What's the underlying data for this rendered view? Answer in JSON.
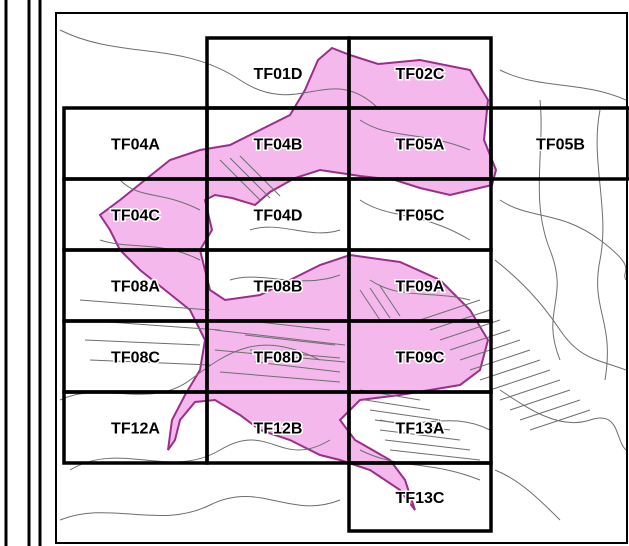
{
  "map": {
    "tiles": [
      {
        "id": "TF01D"
      },
      {
        "id": "TF02C"
      },
      {
        "id": "TF04A"
      },
      {
        "id": "TF04B"
      },
      {
        "id": "TF05A"
      },
      {
        "id": "TF05B"
      },
      {
        "id": "TF04C"
      },
      {
        "id": "TF04D"
      },
      {
        "id": "TF05C"
      },
      {
        "id": "TF08A"
      },
      {
        "id": "TF08B"
      },
      {
        "id": "TF09A"
      },
      {
        "id": "TF08C"
      },
      {
        "id": "TF08D"
      },
      {
        "id": "TF09C"
      },
      {
        "id": "TF12A"
      },
      {
        "id": "TF12B"
      },
      {
        "id": "TF13A"
      },
      {
        "id": "TF13C"
      }
    ],
    "colors": {
      "highlight_fill": "#f4b8ec",
      "highlight_border": "#9a2f8a",
      "road_lines": "#6e6e6e",
      "grid_lines": "#000000",
      "frame": "#000000"
    }
  }
}
